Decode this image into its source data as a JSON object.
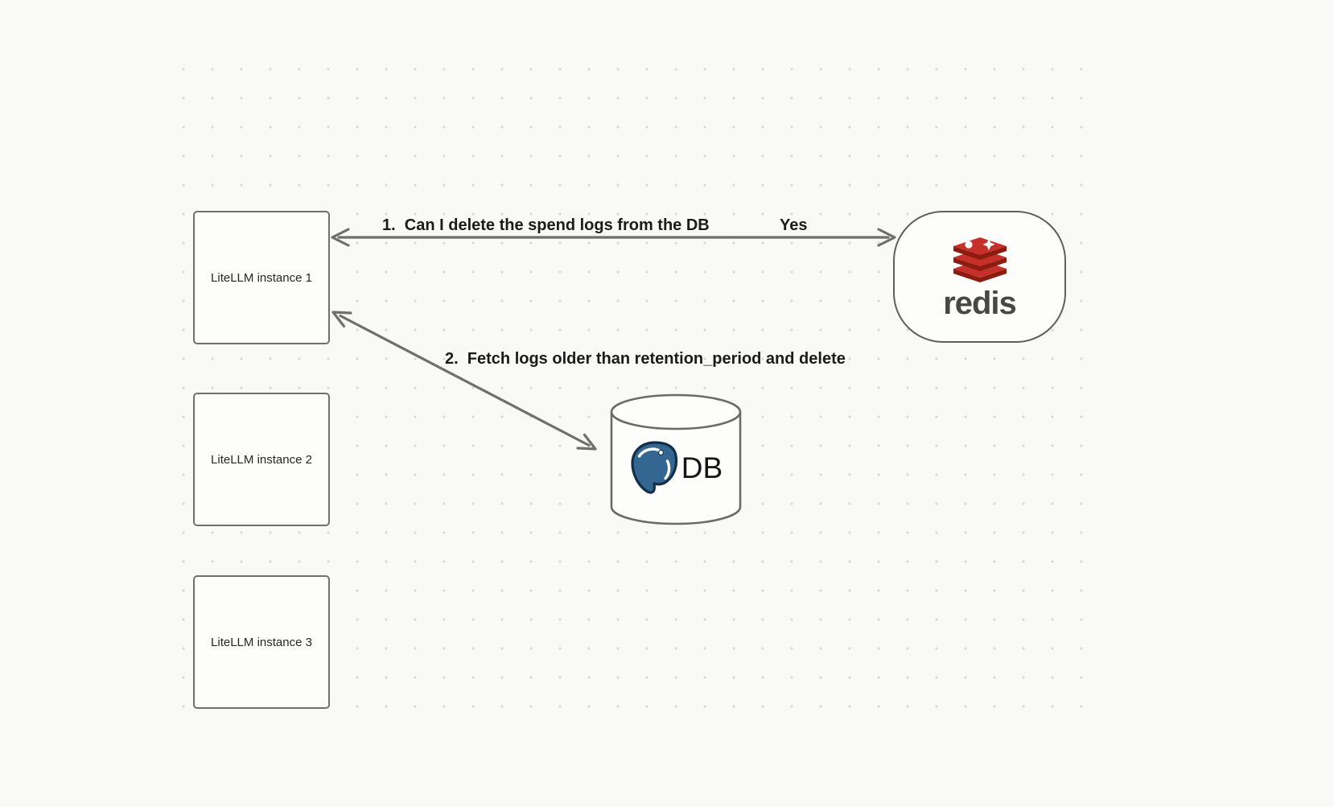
{
  "diagram": {
    "instances": [
      {
        "label": "LiteLLM instance 1"
      },
      {
        "label": "LiteLLM instance 2"
      },
      {
        "label": "LiteLLM instance 3"
      }
    ],
    "redis": {
      "wordmark": "redis",
      "icon": "redis-stack-icon"
    },
    "db": {
      "label": "DB",
      "icon": "postgresql-elephant-icon"
    },
    "edges": {
      "edge1": {
        "label": "1.  Can I delete the spend logs from the DB",
        "answer": "Yes",
        "from": "LiteLLM instance 1",
        "to": "redis",
        "style": "double-headed-arrow"
      },
      "edge2": {
        "label": "2.  Fetch logs older than retention_period and delete",
        "from": "LiteLLM instance 1",
        "to": "DB",
        "style": "double-headed-arrow"
      }
    },
    "colors": {
      "background": "#f9f9f7",
      "dot_grid": "#dadad6",
      "node_stroke": "#6f6f6f",
      "arrow_stroke": "#6f6f6f",
      "redis_red": "#c6302b",
      "redis_dark_red": "#8c1c10",
      "postgres_blue": "#336791",
      "text": "#1b1b1b"
    }
  }
}
